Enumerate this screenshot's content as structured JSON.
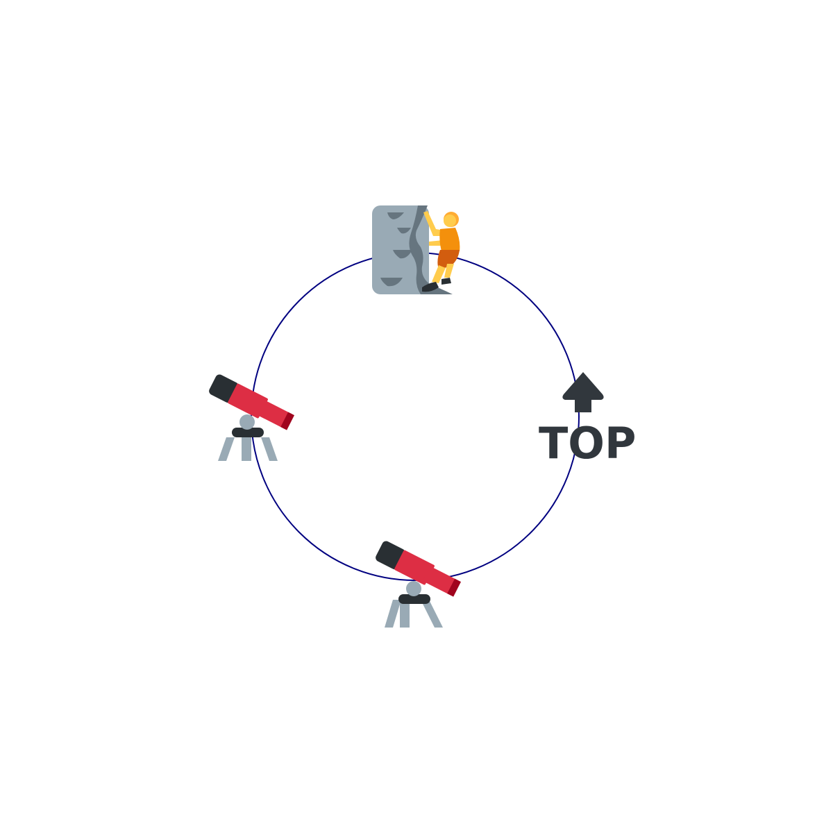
{
  "diagram": {
    "ring_color": "#000080",
    "nodes": [
      {
        "id": "climber",
        "icon": "person-climbing-icon"
      },
      {
        "id": "top",
        "icon": "top-arrow-icon",
        "label": "TOP"
      },
      {
        "id": "telescope-bottom",
        "icon": "telescope-icon"
      },
      {
        "id": "telescope-left",
        "icon": "telescope-icon"
      }
    ]
  },
  "palette": {
    "rock": "#99AAB5",
    "rock_dark": "#66757F",
    "skin": "#FFCC4D",
    "hair": "#FFAC33",
    "shirt": "#F4900C",
    "shorts": "#D25D0F",
    "shoe": "#292F33",
    "tube": "#DD2E44",
    "tube_dark": "#A0041E",
    "eyepiece": "#292F33",
    "tripod": "#99AAB5",
    "mount": "#292F33",
    "top_symbol": "#31373D"
  }
}
